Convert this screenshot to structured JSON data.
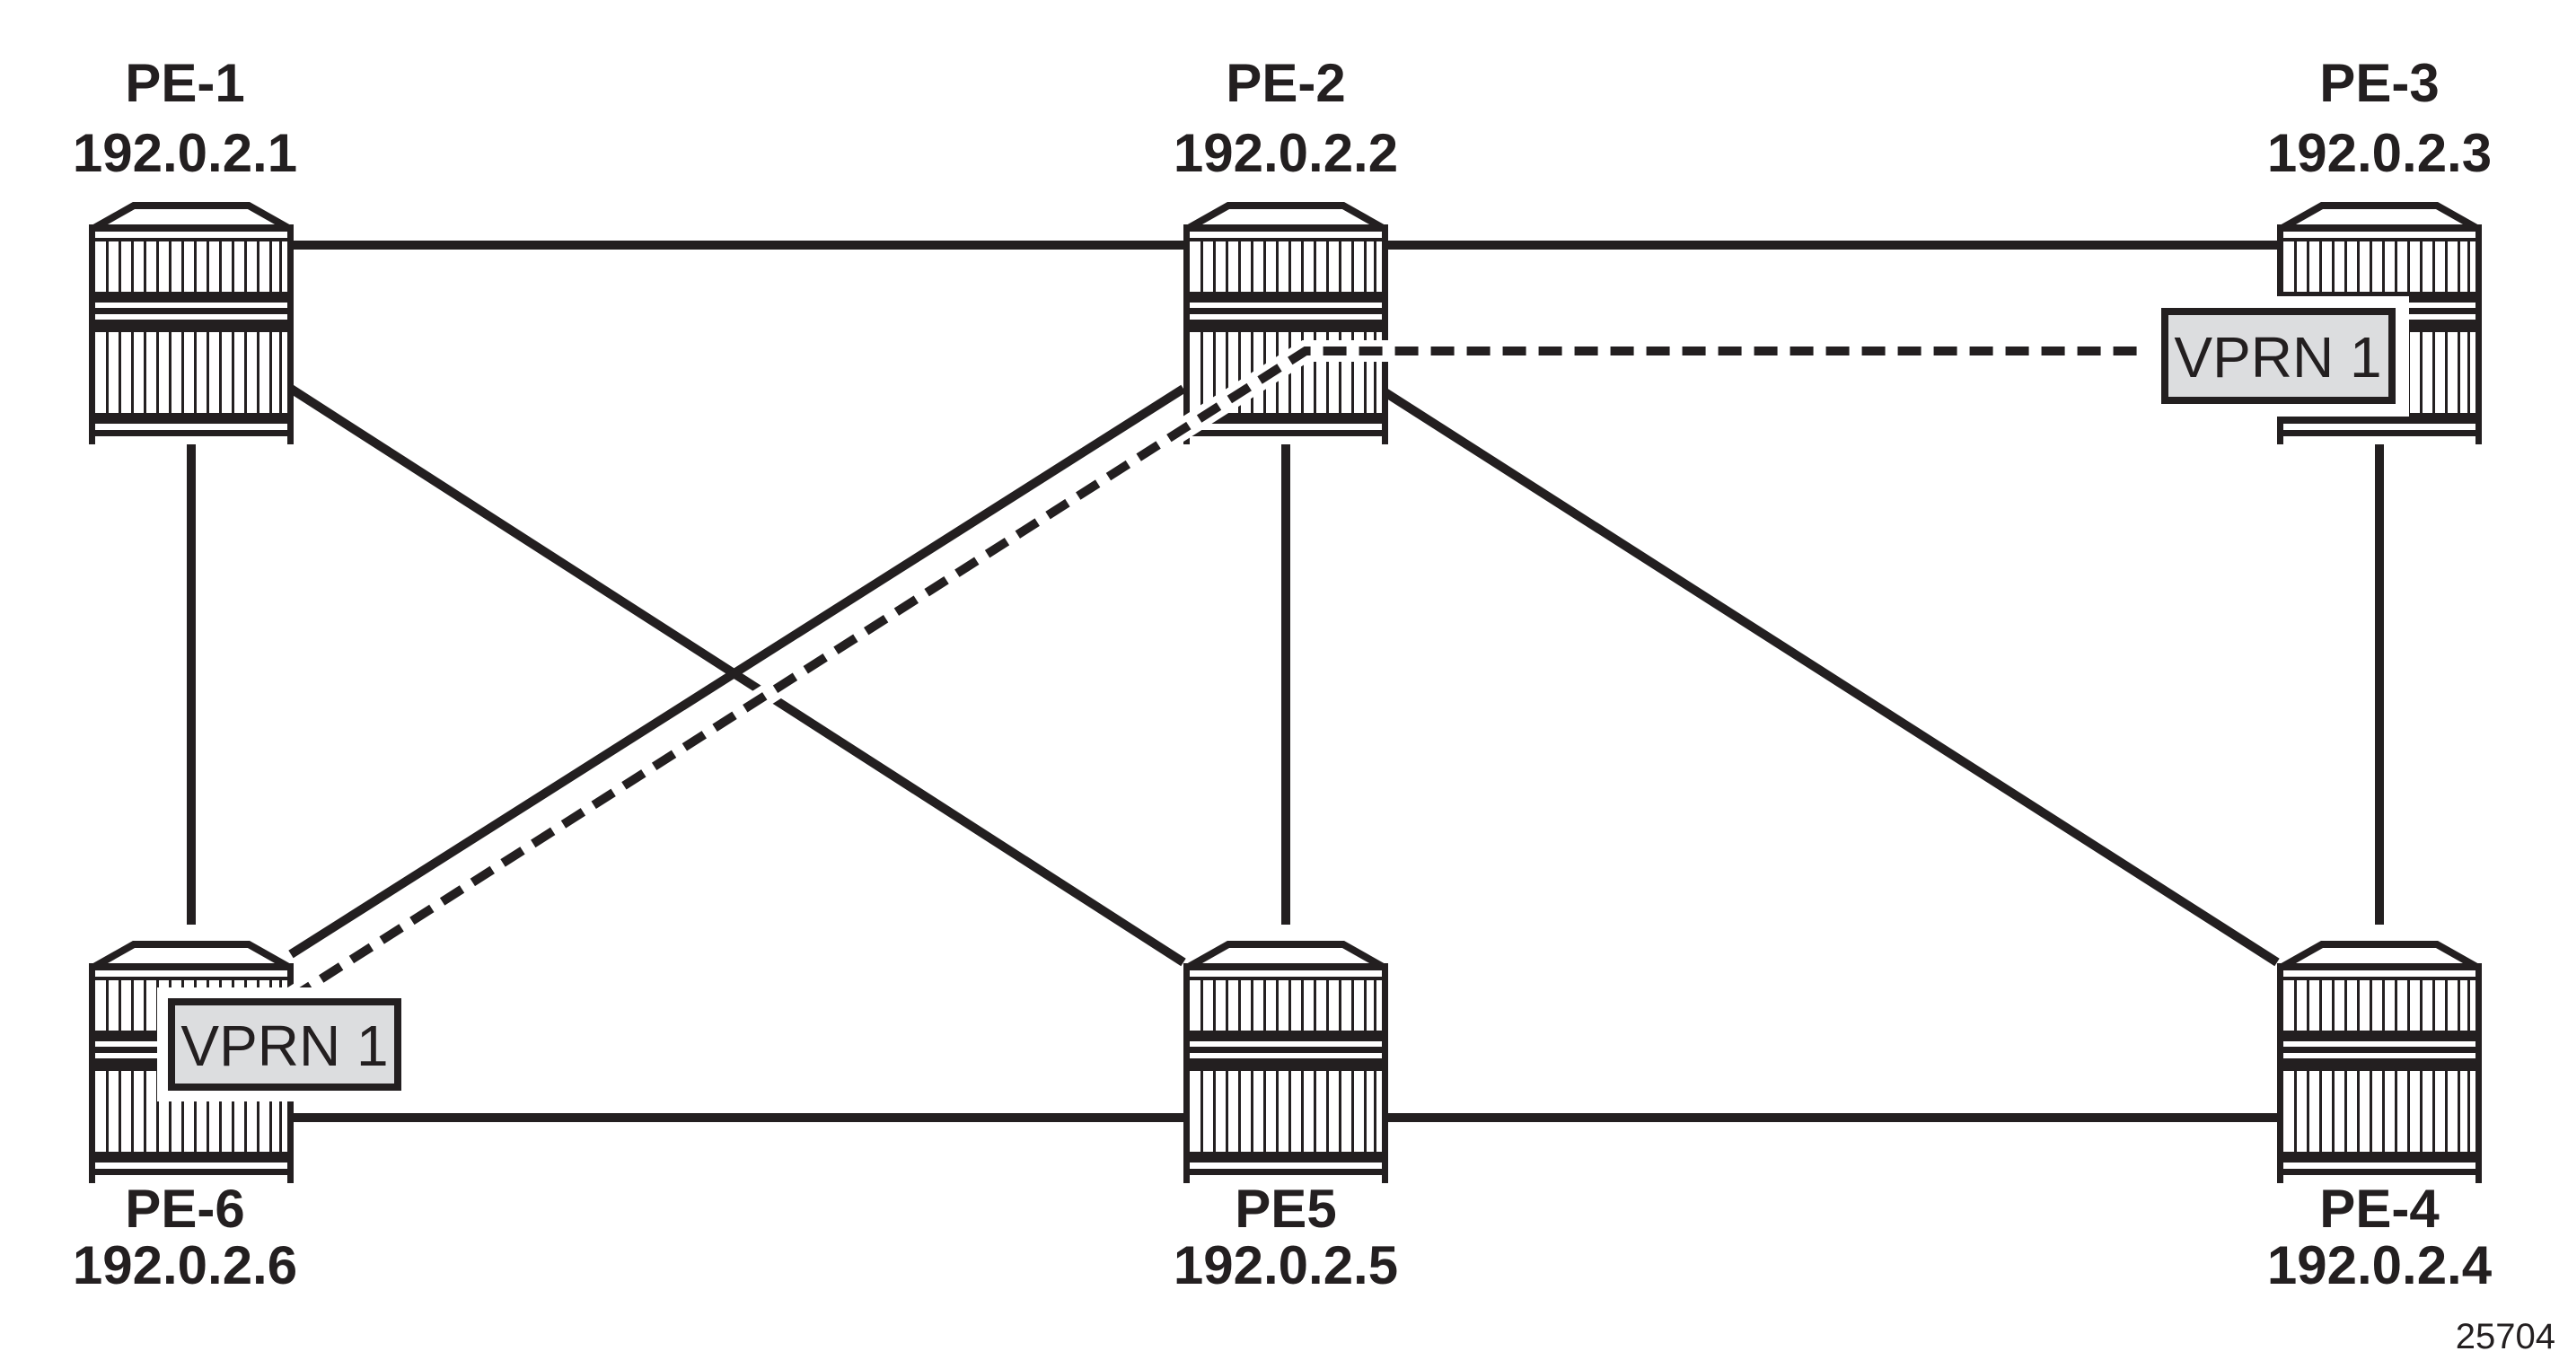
{
  "nodes": [
    {
      "name": "PE-1",
      "ip": "192.0.2.1"
    },
    {
      "name": "PE-2",
      "ip": "192.0.2.2"
    },
    {
      "name": "PE-3",
      "ip": "192.0.2.3"
    },
    {
      "name": "PE-4",
      "ip": "192.0.2.4"
    },
    {
      "name": "PE5",
      "ip": "192.0.2.5"
    },
    {
      "name": "PE-6",
      "ip": "192.0.2.6"
    }
  ],
  "services": [
    {
      "label": "VPRN 1",
      "node": "PE-3"
    },
    {
      "label": "VPRN 1",
      "node": "PE-6"
    }
  ],
  "colors": {
    "line": "#231f20",
    "service_fill": "#dcdddf"
  },
  "figure_id": "25704"
}
